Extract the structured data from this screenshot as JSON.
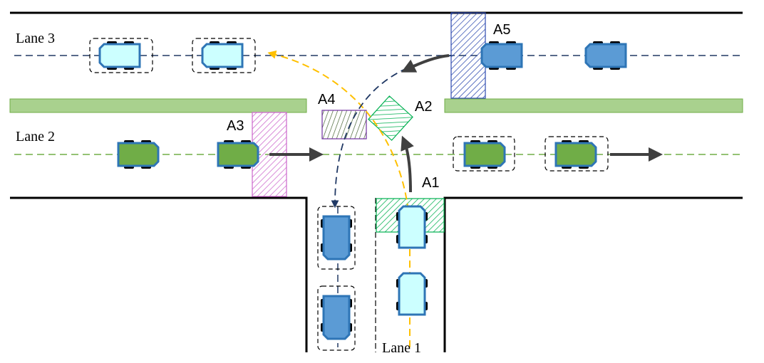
{
  "lanes": {
    "lane1": "Lane 1",
    "lane2": "Lane 2",
    "lane3": "Lane 3"
  },
  "areas": {
    "a1": "A1",
    "a2": "A2",
    "a3": "A3",
    "a4": "A4",
    "a5": "A5"
  },
  "colors": {
    "road_edge": "#000000",
    "median": "#a9d18e",
    "median_stroke": "#70ad47",
    "car_light": "#ccffff",
    "car_green": "#70ad47",
    "car_blue": "#5b9bd5",
    "car_stroke": "#2e75b6",
    "car_green_stroke": "#385723",
    "lane1_path": "#ffc000",
    "lane2_path": "#70ad47",
    "lane3_path": "#203864",
    "arrow": "#404040",
    "zone_green": "#00b050",
    "zone_pink": "#cc66cc",
    "zone_blue": "#2e4bb0",
    "zone_purple": "#7030a0"
  }
}
